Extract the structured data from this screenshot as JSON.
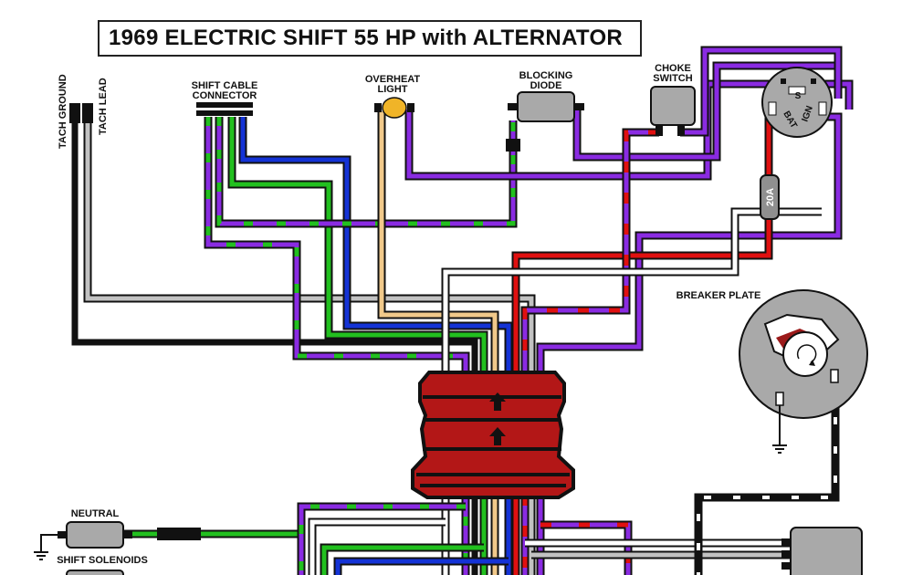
{
  "title": "1969  ELECTRIC SHIFT 55 HP with ALTERNATOR",
  "labels": {
    "tach_ground": "TACH GROUND",
    "tach_lead": "TACH LEAD",
    "shift_cable_connector_line1": "SHIFT CABLE",
    "shift_cable_connector_line2": "CONNECTOR",
    "overheat_light_line1": "OVERHEAT",
    "overheat_light_line2": "LIGHT",
    "blocking_diode_line1": "BLOCKING",
    "blocking_diode_line2": "DIODE",
    "choke_switch_line1": "CHOKE",
    "choke_switch_line2": "SWITCH",
    "breaker_plate": "BREAKER PLATE",
    "neutral": "NEUTRAL",
    "shift_solenoids": "SHIFT SOLENOIDS",
    "fuse_rating": "20A",
    "ignition_s": "S",
    "ignition_bat": "BAT",
    "ignition_ign": "IGN"
  },
  "colors": {
    "purple": "#8a2be2",
    "green": "#22c01f",
    "blue": "#1433d6",
    "tan": "#f1c98a",
    "gray": "#b5b5b5",
    "black": "#111111",
    "red": "#e01010",
    "white": "#ffffff",
    "terminal_block": "#b31717",
    "component_gray": "#a9a9a9",
    "overheat_light": "#f0b428"
  }
}
